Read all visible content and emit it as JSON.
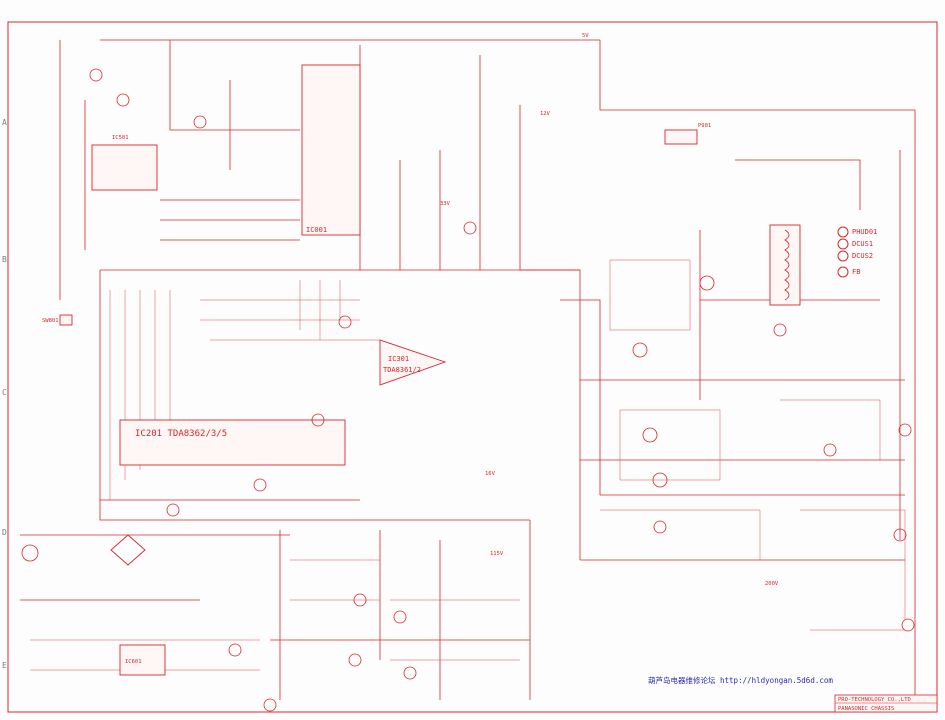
{
  "schematic": {
    "ic_labels": {
      "main_cpu": "IC001",
      "ic201": "IC201",
      "ic301_part": "IC301 TDA8361/2",
      "ic501": "IC501",
      "ic601": "IC601",
      "ic_main_video": "IC201 TDA8362/3/5",
      "ic301_name": "IC301",
      "ic301_part_short": "TDA8361/2"
    },
    "connector_labels": {
      "dud01": "PHUD01",
      "dcus1": "DCUS1",
      "dcus2": "DCUS2",
      "fb": "FB",
      "p901": "P901",
      "sw801": "SW801"
    },
    "rail_labels": {
      "v12": "12V",
      "v5": "5V",
      "v33": "33V",
      "v16": "16V",
      "v115": "115V",
      "v200": "200V"
    },
    "edge_letters": [
      "A",
      "B",
      "C",
      "D",
      "E"
    ],
    "title_block": {
      "company": "PRO-TECHNOLOGY CO.,LTD",
      "model": "PANASONIC CHASSIS"
    },
    "watermark": "葫芦岛电器维修论坛 http://hldyongan.5d6d.com"
  },
  "colors": {
    "ink": "#d8262b",
    "paper": "#fdfdfd",
    "watermark": "#2a2ab5"
  }
}
